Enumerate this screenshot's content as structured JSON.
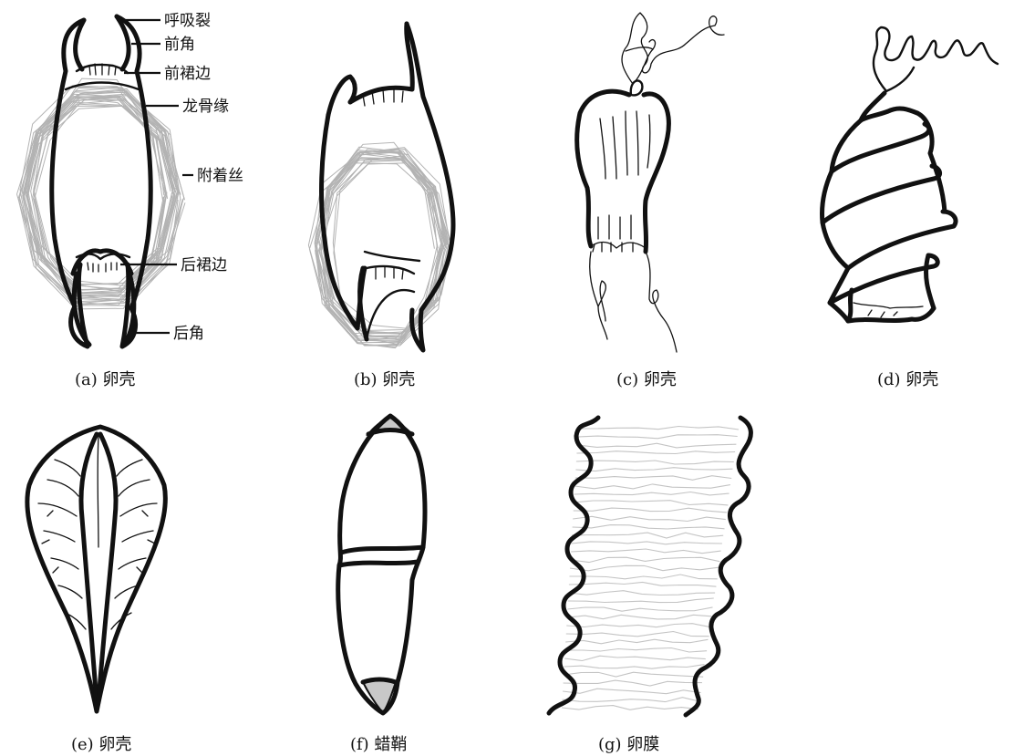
{
  "colors": {
    "ink": "#111111",
    "silk": "#b3b3b3",
    "plug": "#c8c8c8"
  },
  "panel_a": {
    "caption": "(a) 卵壳",
    "labels": {
      "respiratory_slit": "呼吸裂",
      "anterior_horn": "前角",
      "anterior_apron": "前裙边",
      "keel": "龙骨缘",
      "tendrils": "附着丝",
      "posterior_apron": "后裙边",
      "posterior_horn": "后角"
    }
  },
  "panel_b": {
    "caption": "(b) 卵壳"
  },
  "panel_c": {
    "caption": "(c) 卵壳"
  },
  "panel_d": {
    "caption": "(d) 卵壳"
  },
  "panel_e": {
    "caption": "(e) 卵壳"
  },
  "panel_f": {
    "caption": "(f) 蜡鞘"
  },
  "panel_g": {
    "caption": "(g) 卵膜"
  }
}
